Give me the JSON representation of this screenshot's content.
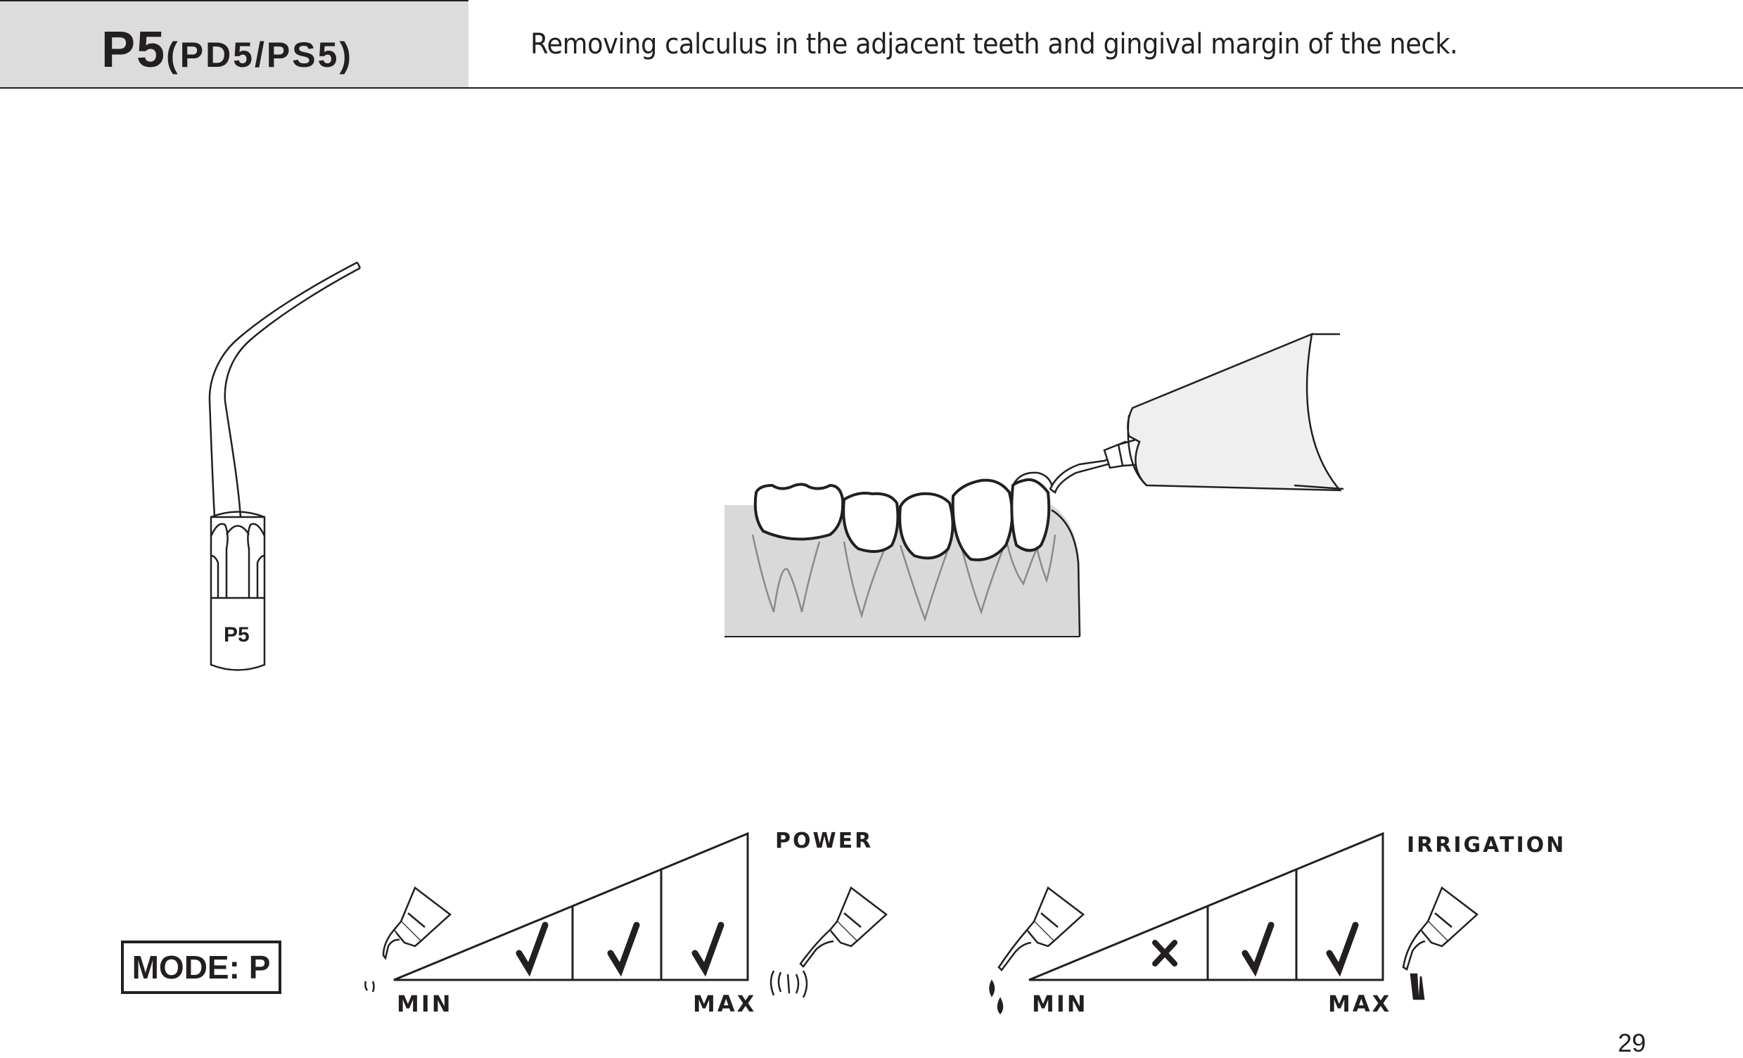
{
  "header": {
    "title_main": "P5",
    "title_sub": "(PD5/PS5)",
    "description": "Removing calculus in the adjacent teeth and gingival margin of the neck."
  },
  "tip": {
    "label": "P5"
  },
  "mode": {
    "label": "MODE: P"
  },
  "power": {
    "title": "POWER",
    "min_label": "MIN",
    "max_label": "MAX",
    "levels": [
      "allowed",
      "allowed",
      "allowed"
    ]
  },
  "irrigation": {
    "title": "IRRIGATION",
    "min_label": "MIN",
    "max_label": "MAX",
    "levels": [
      "not-allowed",
      "allowed",
      "allowed"
    ]
  },
  "page_number": "29",
  "colors": {
    "ink": "#231f20",
    "header_fill": "#dcdcdc",
    "gum": "#d9d9d9"
  }
}
